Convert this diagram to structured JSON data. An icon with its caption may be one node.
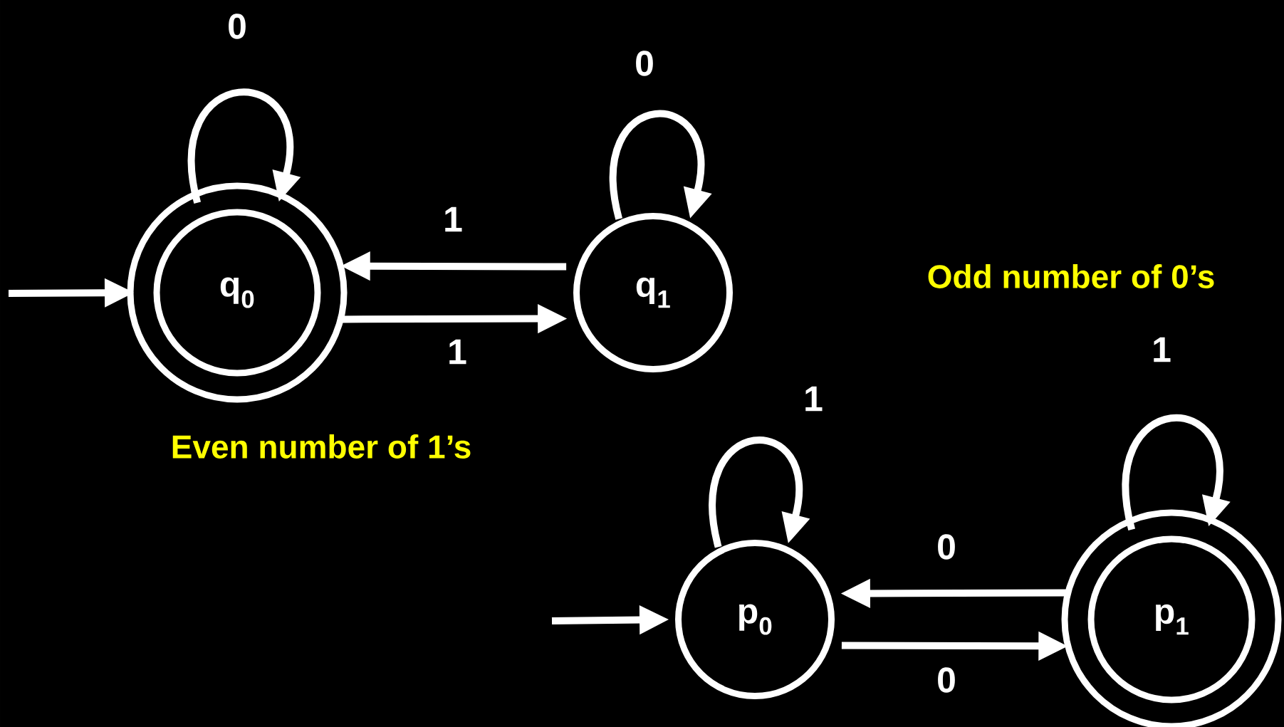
{
  "diagram": {
    "nodes": [
      {
        "text": [
          "q$_{0}$"
        ]
      },
      {
        "text": [
          "q$_{1}$"
        ]
      },
      {
        "text": [
          "p$_{0}$"
        ]
      },
      {
        "text": [
          "p$_{1}$"
        ]
      }
    ],
    "edges": [
      {
        "from": null,
        "to": 0,
        "arrow": "to"
      },
      {
        "from": 0,
        "to": 0,
        "arrow": "to",
        "label": "0"
      },
      {
        "from": 1,
        "to": 1,
        "arrow": "to",
        "label": "0"
      },
      {
        "from": 1,
        "to": 0,
        "arrow": "to",
        "label": "1"
      },
      {
        "from": 0,
        "to": 1,
        "arrow": "to",
        "label": "1"
      },
      {
        "from": null,
        "to": 2,
        "arrow": "to"
      },
      {
        "from": 2,
        "to": 2,
        "arrow": "to",
        "label": "1"
      },
      {
        "from": 3,
        "to": 3,
        "arrow": "to",
        "label": "1"
      },
      {
        "from": 3,
        "to": 2,
        "arrow": "to",
        "label": "0"
      },
      {
        "from": 2,
        "to": 3,
        "arrow": "to",
        "label": "0"
      }
    ],
    "labels": [
      "Odd number of 0’s",
      "Even number of 1’s"
    ]
  }
}
